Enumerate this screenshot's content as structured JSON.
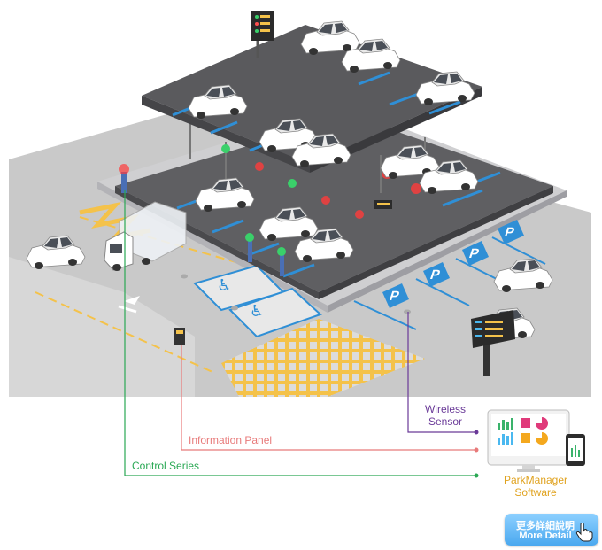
{
  "labels": {
    "wireless_sensor_line1": "Wireless",
    "wireless_sensor_line2": "Sensor",
    "information_panel": "Information Panel",
    "control_series": "Control Series",
    "software_line1": "ParkManager",
    "software_line2": "Software"
  },
  "button": {
    "line1": "更多詳細說明",
    "line2": "More Detail"
  },
  "colors": {
    "sensor_line": "#6a3a98",
    "panel_line": "#e87a7a",
    "control_line": "#2aa854",
    "software_label": "#e0a21e",
    "asphalt": "#5f5f62",
    "ground": "#c6c6c6",
    "bay_marking": "#2f8fd6",
    "yellow_marking": "#f4c24a"
  },
  "icons": [
    "car-icon",
    "truck-icon",
    "parking-sign-icon",
    "wheelchair-icon",
    "monitor-icon",
    "phone-icon",
    "pointer-hand-icon",
    "led-indicator-icon"
  ]
}
